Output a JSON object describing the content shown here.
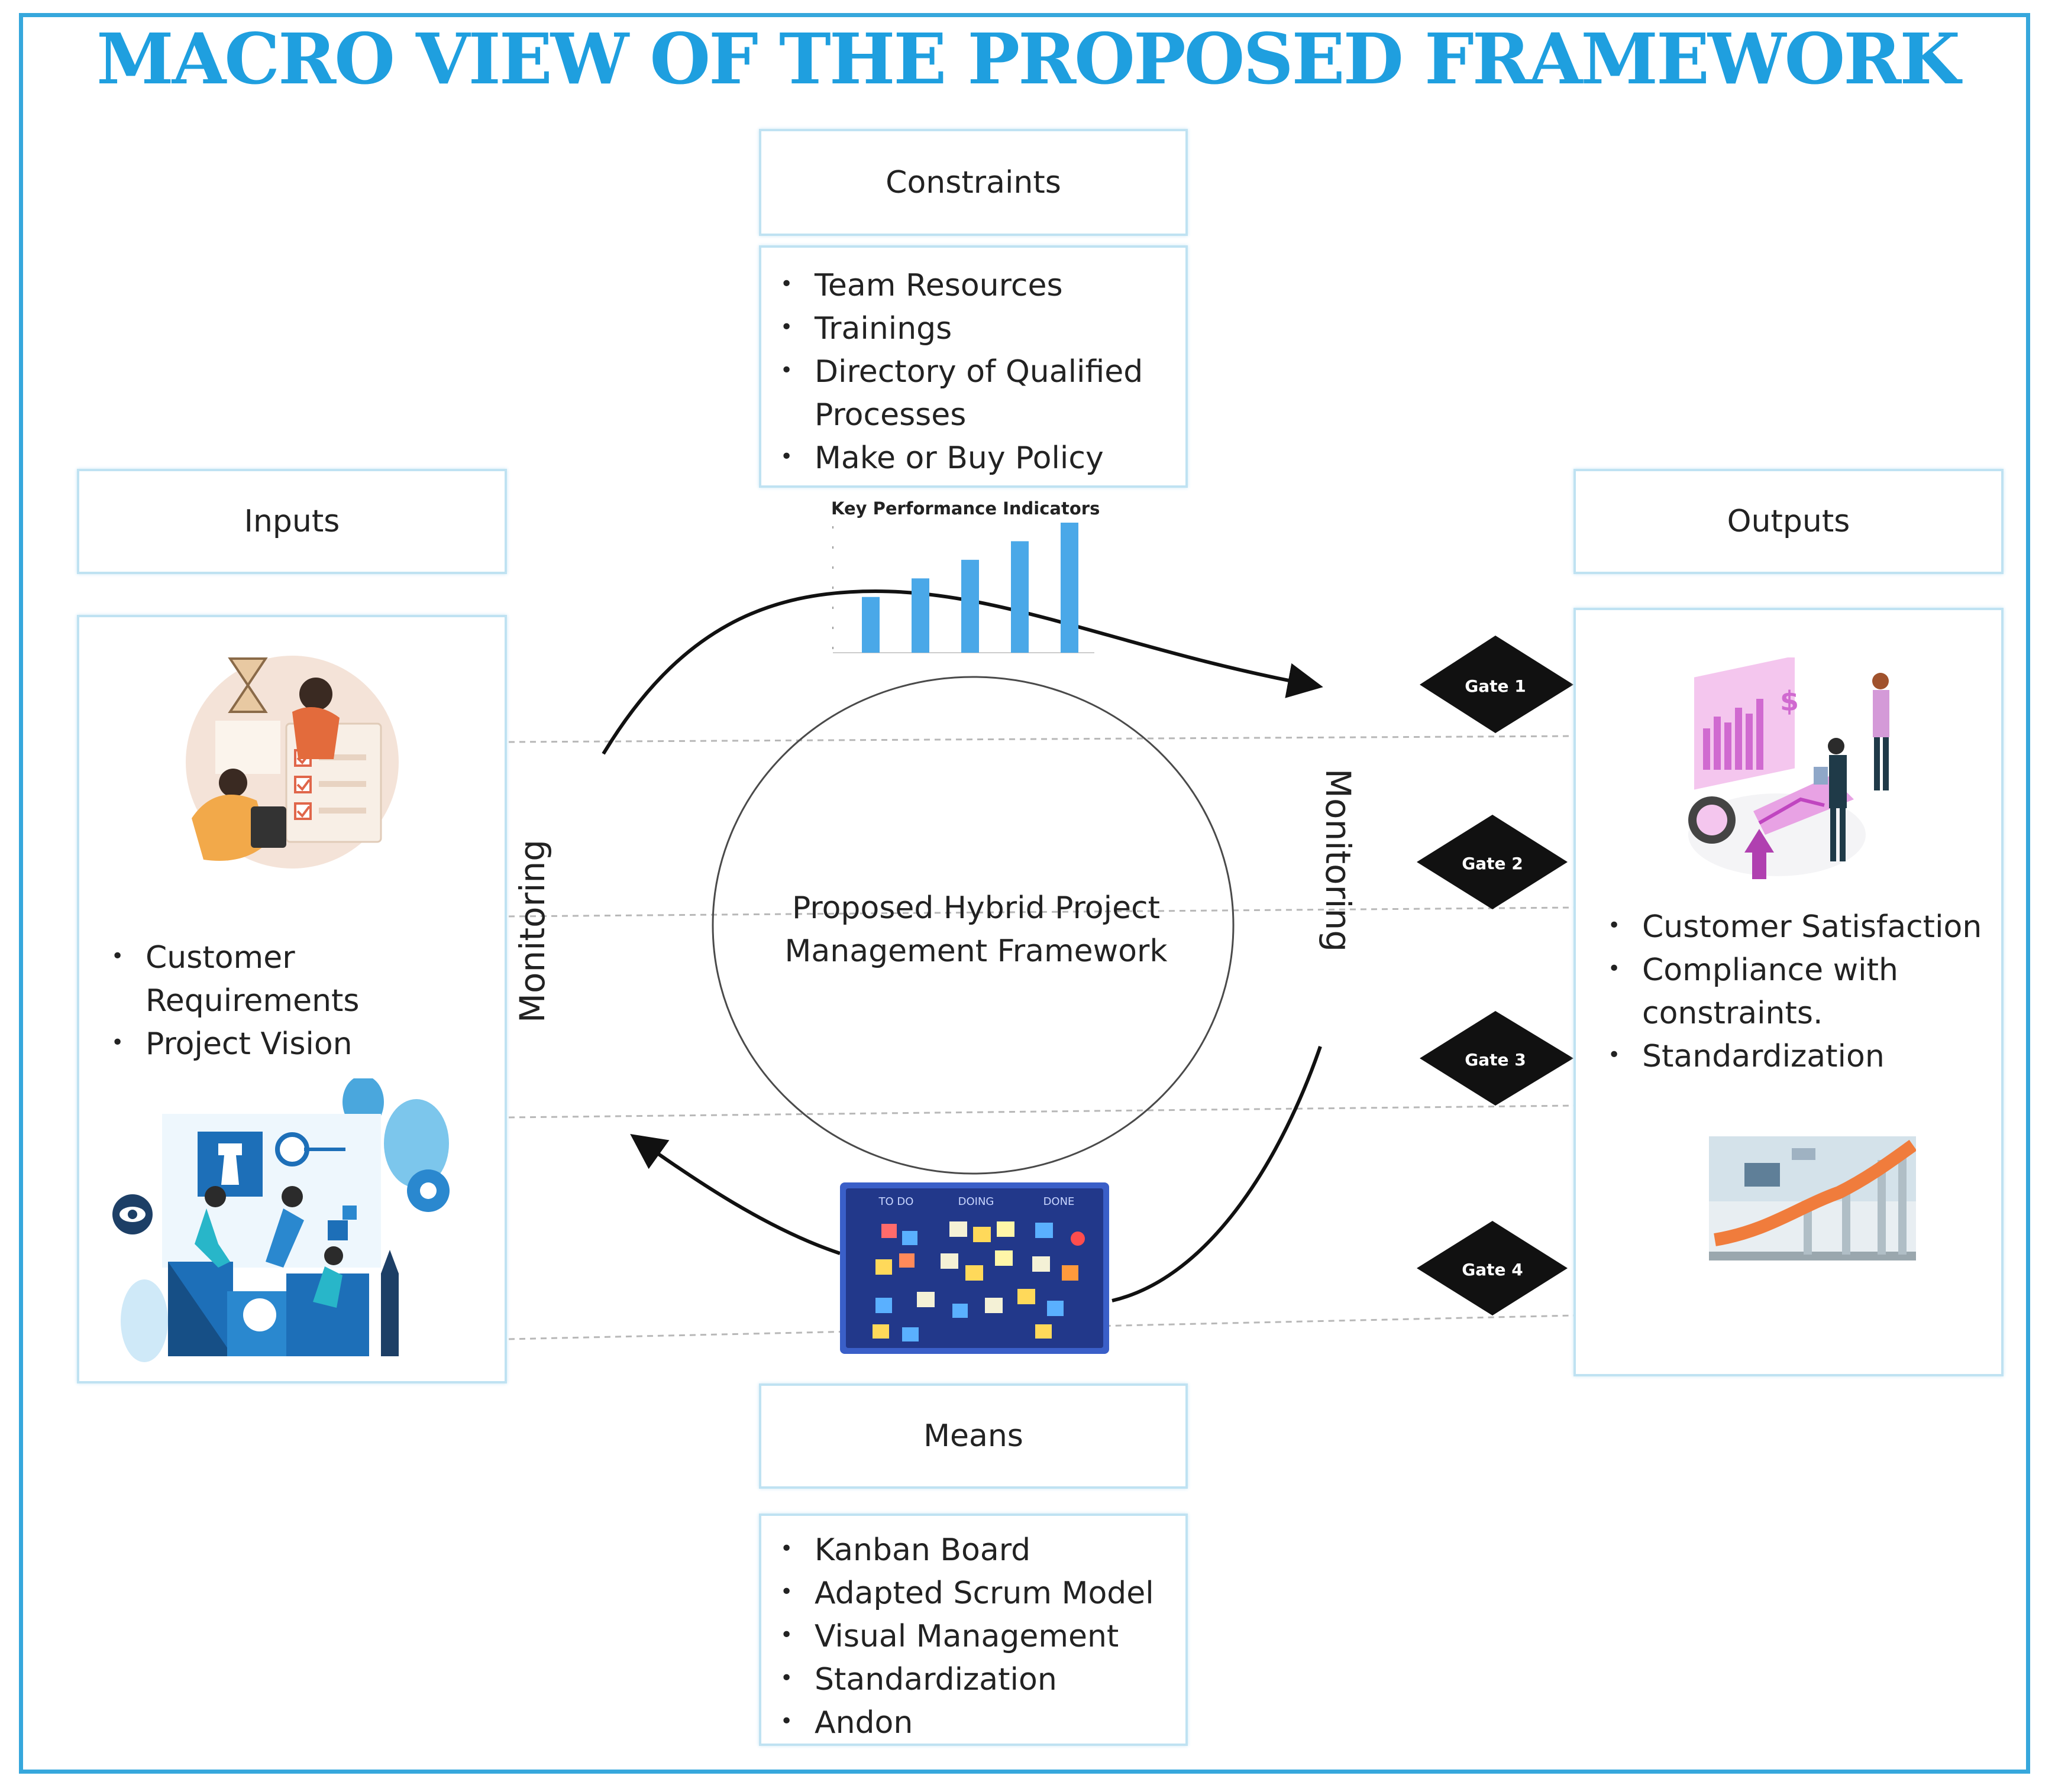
{
  "title": "MACRO VIEW OF THE PROPOSED FRAMEWORK",
  "colors": {
    "accent": "#1f9fdf",
    "border": "#36a7dc",
    "box_border": "#bfe2f2",
    "bar": "#4aa8e8",
    "gate": "#111111"
  },
  "constraints": {
    "header": "Constraints",
    "items": [
      "Team Resources",
      "Trainings",
      "Directory of Qualified Processes",
      "Make or Buy Policy"
    ]
  },
  "inputs": {
    "header": "Inputs",
    "items": [
      "Customer Requirements",
      "Project Vision"
    ]
  },
  "outputs": {
    "header": "Outputs",
    "items": [
      "Customer Satisfaction",
      "Compliance with constraints.",
      "Standardization"
    ]
  },
  "means": {
    "header": "Means",
    "items": [
      "Kanban Board",
      "Adapted Scrum Model",
      "Visual Management",
      "Standardization",
      "Andon"
    ]
  },
  "center": {
    "label": "Proposed Hybrid Project Management Framework"
  },
  "monitoring": {
    "left": "Monitoring",
    "right": "Monitoring"
  },
  "kpi": {
    "title": "Key Performance Indicators",
    "values": [
      3,
      4,
      5,
      6,
      7
    ]
  },
  "kanban": {
    "columns": [
      "TO DO",
      "DOING",
      "DONE"
    ]
  },
  "gates": [
    "Gate 1",
    "Gate 2",
    "Gate 3",
    "Gate 4"
  ],
  "icons": {
    "inputs_top": "team-planning-illustration",
    "inputs_bottom": "strategy-teamwork-illustration",
    "outputs_top": "analytics-presentation-illustration",
    "outputs_bottom": "growth-chart-illustration"
  }
}
